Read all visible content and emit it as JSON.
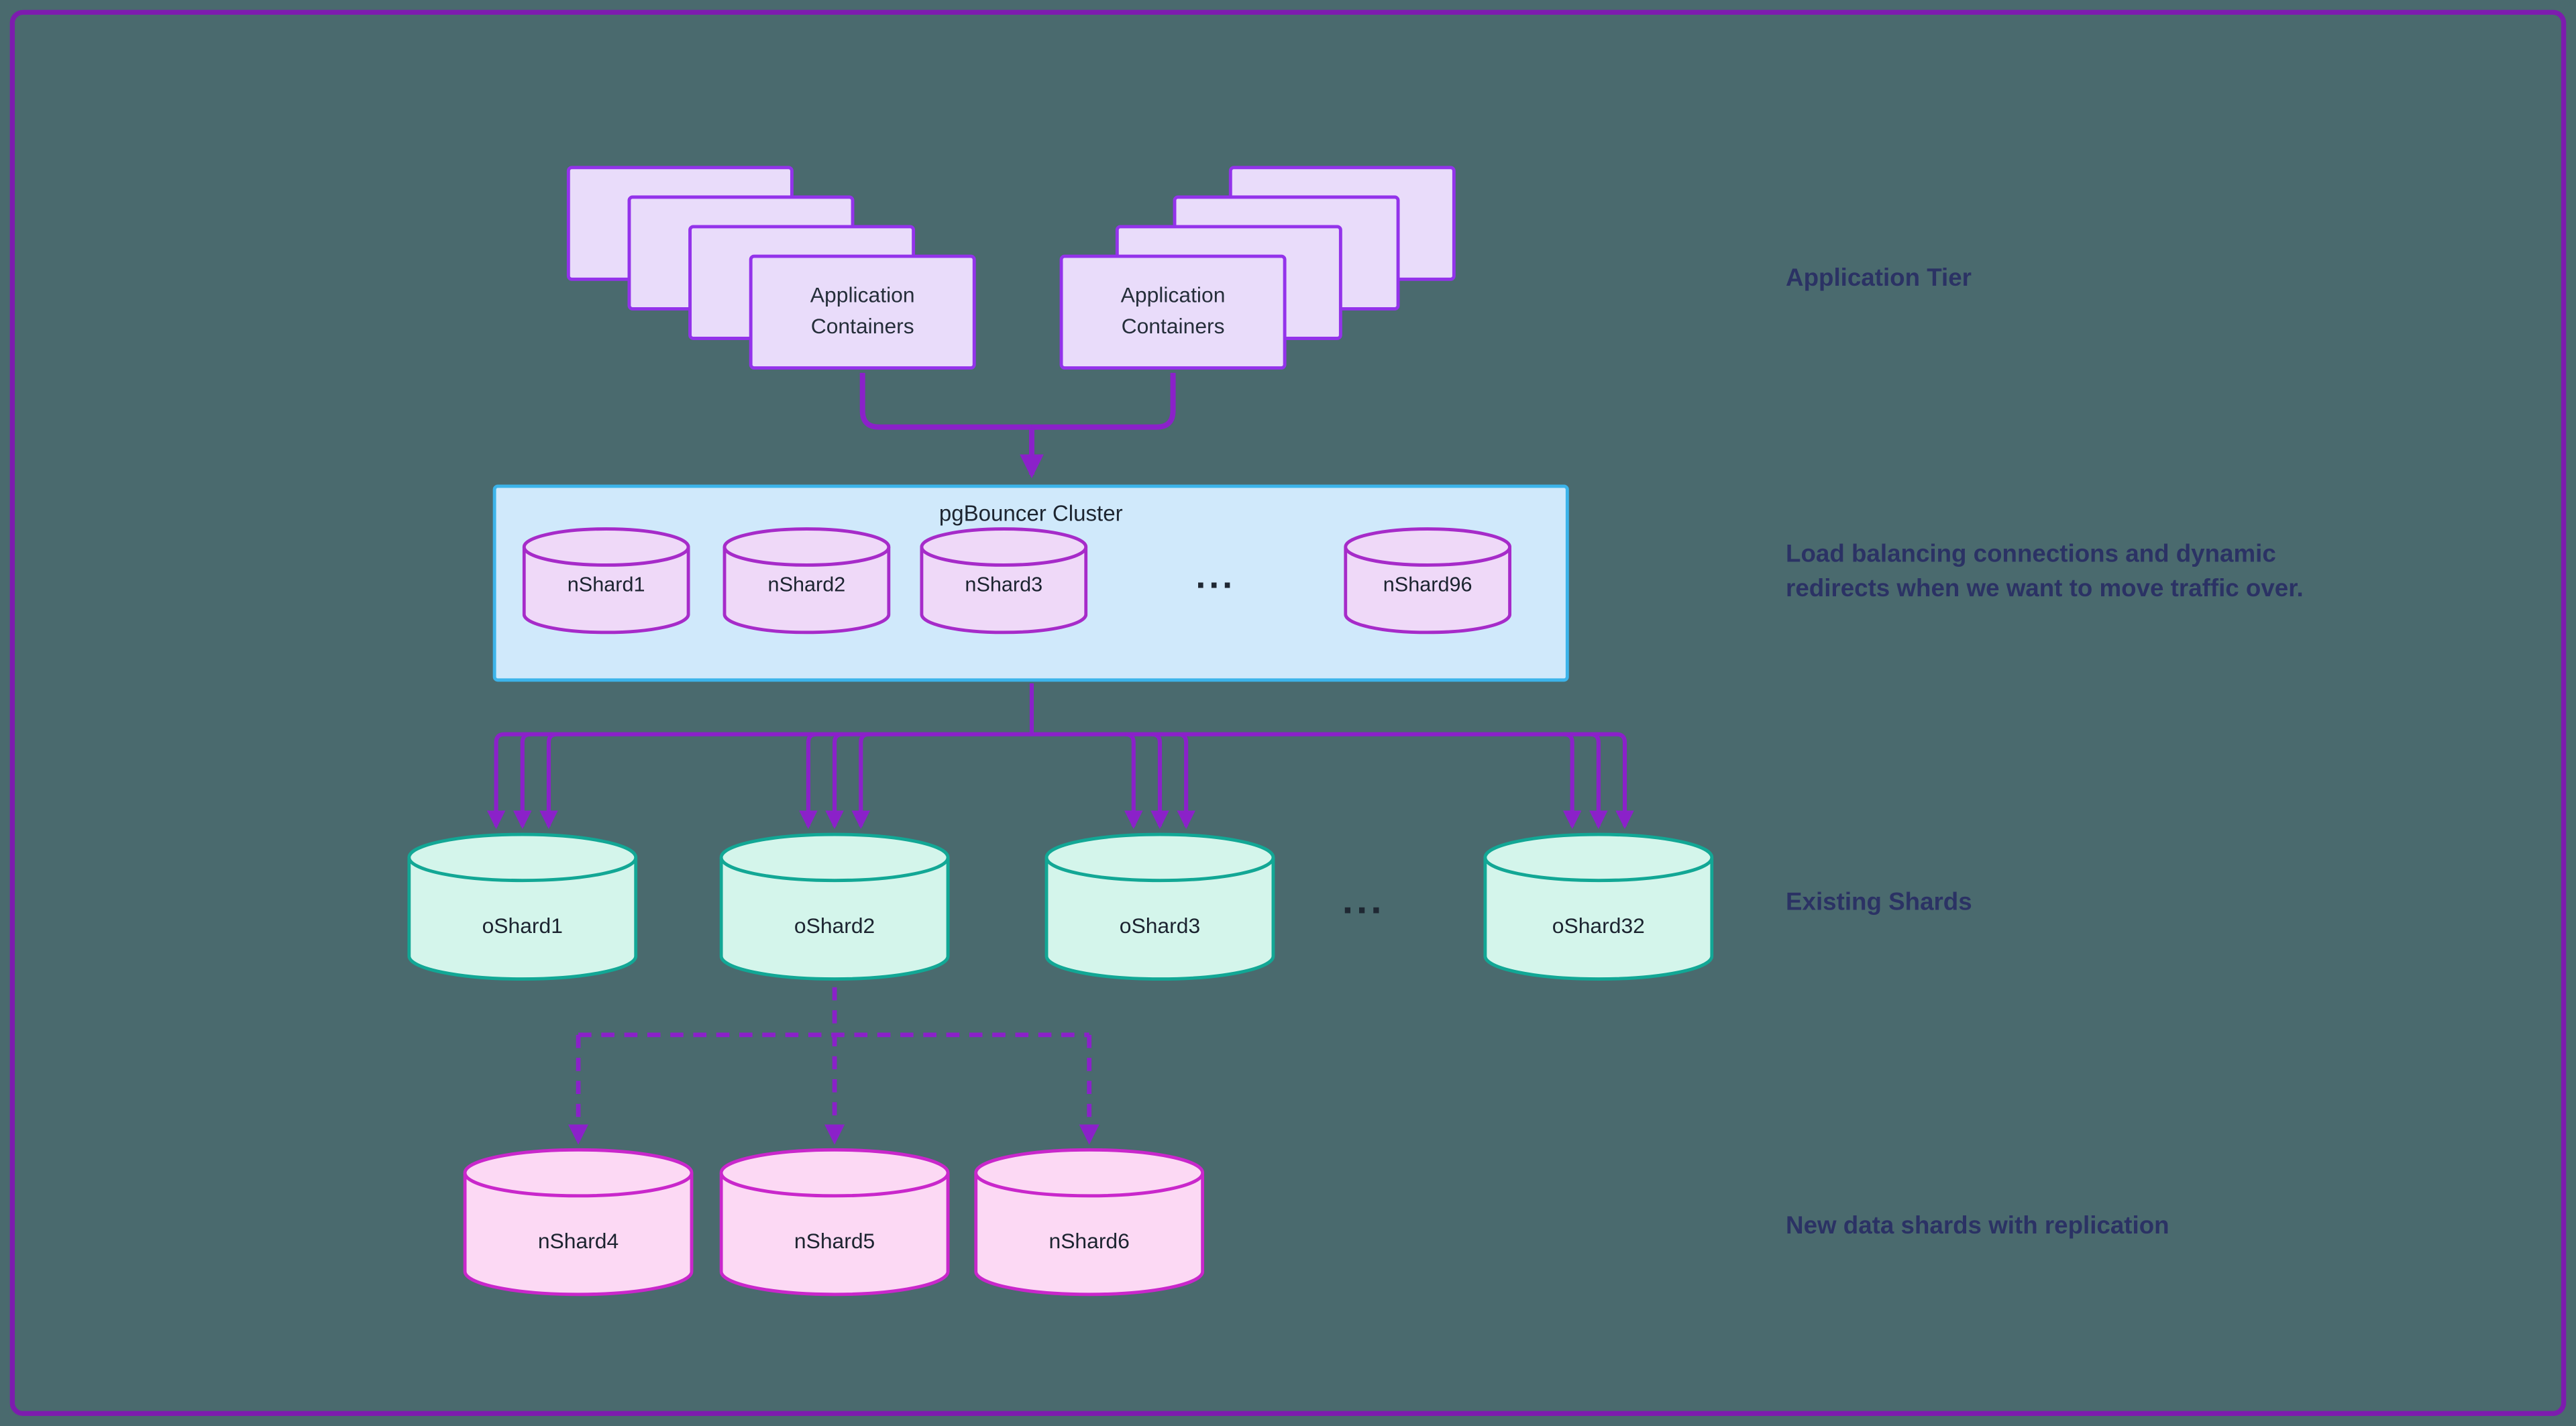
{
  "colors": {
    "background": "#4a6a6e",
    "frame_border": "#7d1cae",
    "arrow_purple": "#8b21c9",
    "app_card_fill": "#e9dcfa",
    "app_card_border": "#9333ea",
    "pgbouncer_fill": "#d0e9fb",
    "pgbouncer_border": "#3cb4ea",
    "nshard_fill": "#efd9f8",
    "nshard_border": "#a62bc9",
    "oshard_fill": "#d4f5eb",
    "oshard_border": "#12a795",
    "new_shard_fill": "#fcd9f4",
    "new_shard_border": "#c927cb",
    "annotation_text": "#2b3264"
  },
  "app": {
    "left_label": "Application Containers",
    "right_label": "Application Containers"
  },
  "pgbouncer": {
    "title": "pgBouncer Cluster",
    "shards": [
      "nShard1",
      "nShard2",
      "nShard3",
      "nShard96"
    ],
    "ellipsis": "..."
  },
  "existing": {
    "items": [
      "oShard1",
      "oShard2",
      "oShard3",
      "oShard32"
    ],
    "ellipsis": "..."
  },
  "new_shards": {
    "items": [
      "nShard4",
      "nShard5",
      "nShard6"
    ]
  },
  "side": {
    "application_tier": "Application Tier",
    "load_balancing": "Load balancing connections and dynamic redirects when we want to move traffic over.",
    "existing_shards": "Existing Shards",
    "new_shards": "New data shards with replication"
  }
}
